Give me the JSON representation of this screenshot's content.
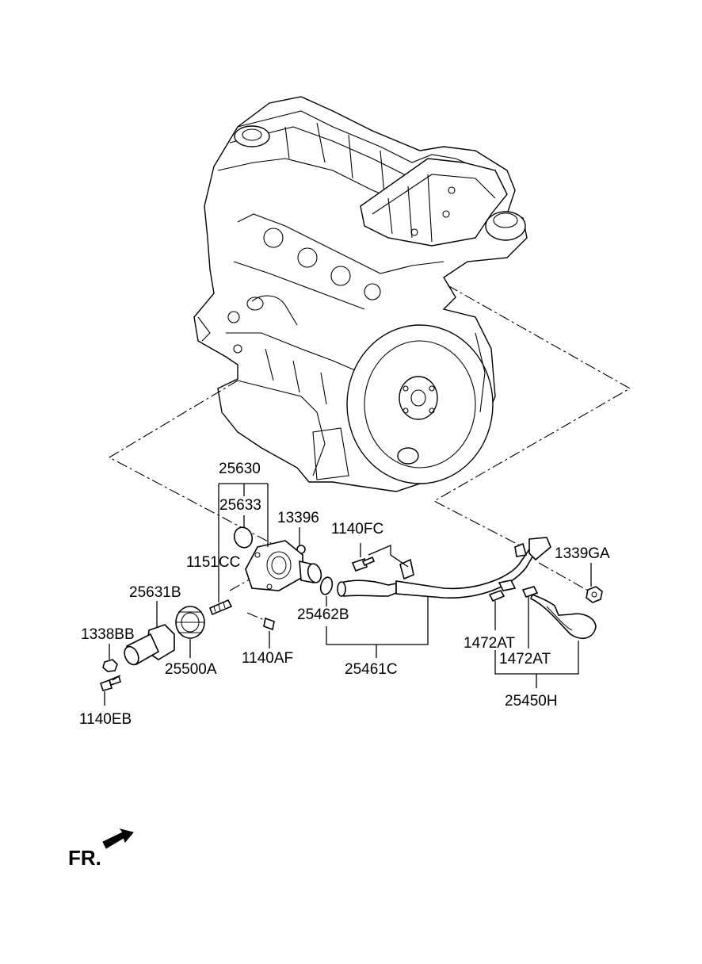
{
  "labels": {
    "p25630": "25630",
    "p25633": "25633",
    "p13396": "13396",
    "p1140FC": "1140FC",
    "p1339GA": "1339GA",
    "p1151CC": "1151CC",
    "p25631B": "25631B",
    "p25462B": "25462B",
    "p1338BB": "1338BB",
    "p1140AF": "1140AF",
    "p25500A": "25500A",
    "p25461C": "25461C",
    "p1472AT_a": "1472AT",
    "p1472AT_b": "1472AT",
    "p1140EB": "1140EB",
    "p25450H": "25450H"
  },
  "front_indicator": "FR."
}
